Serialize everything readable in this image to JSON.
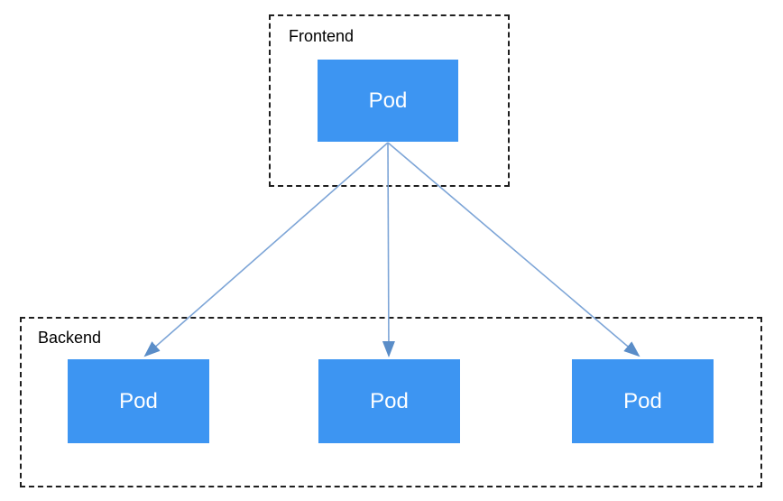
{
  "diagram": {
    "frontend": {
      "label": "Frontend",
      "pods": [
        {
          "label": "Pod"
        }
      ]
    },
    "backend": {
      "label": "Backend",
      "pods": [
        {
          "label": "Pod"
        },
        {
          "label": "Pod"
        },
        {
          "label": "Pod"
        }
      ]
    },
    "connections": [
      {
        "from": "frontend-pod",
        "to": "backend-pod-1"
      },
      {
        "from": "frontend-pod",
        "to": "backend-pod-2"
      },
      {
        "from": "frontend-pod",
        "to": "backend-pod-3"
      }
    ],
    "colors": {
      "pod_fill": "#3d95f2",
      "pod_text": "#ffffff",
      "arrow_line": "#7da5d7",
      "arrow_head": "#5a8dc8",
      "group_border": "#1f1f1f",
      "label_text": "#000000",
      "background": "#ffffff"
    }
  }
}
